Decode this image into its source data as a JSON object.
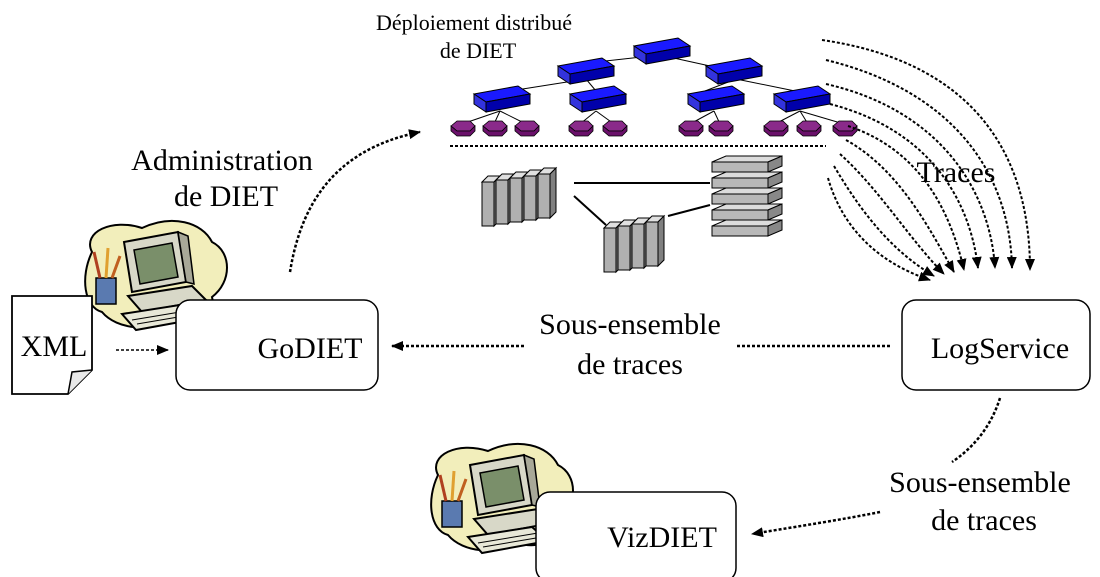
{
  "deployment": {
    "title_line1": "Déploiement distribué",
    "title_line2": "de DIET"
  },
  "admin": {
    "line1": "Administration",
    "line2": "de DIET"
  },
  "traces_label": "Traces",
  "xml_doc": {
    "label": "XML"
  },
  "godiet": {
    "label": "GoDIET"
  },
  "logservice": {
    "label": "LogService"
  },
  "vizdiet": {
    "label": "VizDIET"
  },
  "subset_to_godiet": {
    "line1": "Sous-ensemble",
    "line2": "de traces"
  },
  "subset_to_vizdiet": {
    "line1": "Sous-ensemble",
    "line2": "de traces"
  },
  "colors": {
    "agent_blue": "#1a1aff",
    "server_purple": "#7a1a7a",
    "computer_blob": "#f2eebb",
    "cluster_gray": "#b8b8b8"
  },
  "icons": [
    "computer-clipart-icon",
    "document-icon",
    "agent-node-icon",
    "server-node-icon",
    "cluster-rack-icon"
  ]
}
